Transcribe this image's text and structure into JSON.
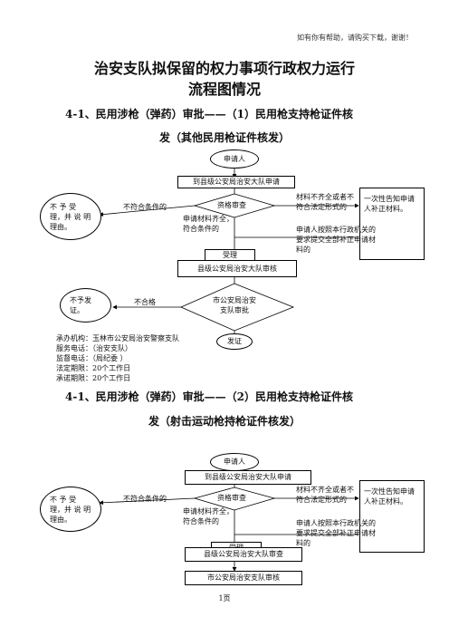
{
  "header_note": "如有你有帮助，请购买下载，谢谢！",
  "doc_title_line1": "治安支队拟保留的权力事项行政权力运行",
  "doc_title_line2": "流程图情况",
  "section1": {
    "heading_line1": "4-1、民用涉枪（弹药）审批——（1）民用枪支持枪证件核",
    "heading_line2": "发（其他民用枪证件核发）",
    "applicant": "申请人",
    "apply_box": "到县级公安局治安大队申请",
    "review": "资格审查",
    "reject_circle": "不 予 受 理，并 说 明理由。",
    "reject_label": "不符合条件的",
    "incomplete_label": "材料不齐全或者不符合法定形式的",
    "notify_box": "一次性告知申请人补正材料。",
    "complete_label": "申请材料齐全，符合条件的",
    "supplement_label": "申请人按照本行政机关的要求提交全部补正申请材料的",
    "accept": "受理",
    "county_review": "县级公安局治安大队审核",
    "deny_circle": "不予发证。",
    "fail_label": "不合格",
    "city_review": "市公安局治安支队审批",
    "issue": "发证",
    "info": [
      "承办机构：玉林市公安局治安警察支队",
      "服务电话：（治安支队）",
      "监督电话：（局纪委  ）",
      "法定期限：20个工作日",
      "承诺期限：20个工作日"
    ]
  },
  "section2": {
    "heading_line1": "4-1、民用涉枪（弹药）审批——（2）民用枪支持枪证件核",
    "heading_line2": "发（射击运动枪持枪证件核发）",
    "applicant": "申请人",
    "apply_box": "到县级公安局治安大队申请",
    "review": "资格审查",
    "reject_circle": "不 予 受 理，并 说 明理由。",
    "reject_label": "不符合条件的",
    "incomplete_label": "材料不齐全或者不符合法定形式的",
    "notify_box": "一次性告知申请人补正材料。",
    "complete_label": "申请材料齐全，符合条件的",
    "supplement_label": "申请人按照本行政机关的要求提交全部补正申请材料的",
    "accept": "受理",
    "county_review": "县级公安局治安大队审查",
    "city_review": "市公安局治安支队审核"
  },
  "footer_page": "1页"
}
